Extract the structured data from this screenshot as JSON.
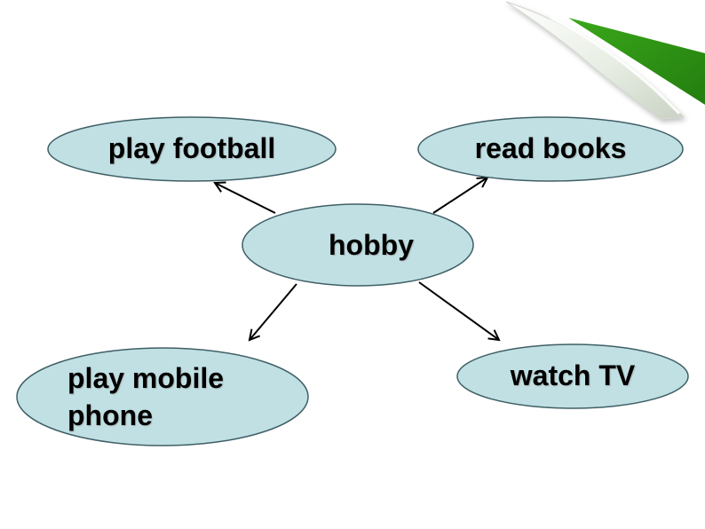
{
  "diagram": {
    "center": {
      "label": "hobby"
    },
    "branches": [
      {
        "id": "top-left",
        "label": "play football"
      },
      {
        "id": "top-right",
        "label": "read books"
      },
      {
        "id": "bottom-left",
        "label": "play mobile phone"
      },
      {
        "id": "bottom-right",
        "label": "watch TV"
      }
    ]
  },
  "colors": {
    "bubble_fill": "#c0e0e4",
    "bubble_stroke": "#3f5f66",
    "arrow": "#000000",
    "page_curl_green": "#2f9a16",
    "page_curl_light": "#eef3ea"
  },
  "decoration": {
    "corner": "page-curl-green"
  }
}
